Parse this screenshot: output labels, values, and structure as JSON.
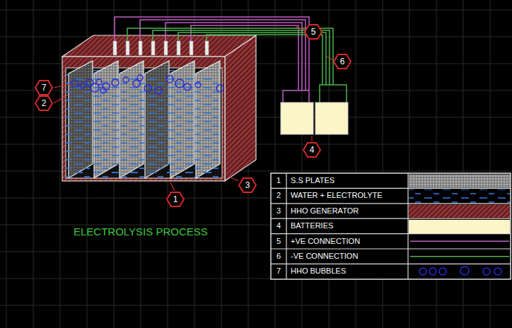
{
  "diagram": {
    "title": "ELECTROLYSIS PROCESS",
    "nodes": [
      {
        "text": [
          "5"
        ]
      },
      {
        "text": [
          "6"
        ]
      },
      {
        "text": [
          "7"
        ]
      },
      {
        "text": [
          "2"
        ]
      },
      {
        "text": [
          "4"
        ]
      },
      {
        "text": [
          "3"
        ]
      },
      {
        "text": [
          "1"
        ]
      }
    ],
    "labels": [
      "1",
      "2",
      "3",
      "4",
      "5",
      "6",
      "7"
    ],
    "legend": [
      {
        "text": "S.S PLATES"
      },
      {
        "text": "WATER + ELECTROLYTE"
      },
      {
        "text": "HHO GENERATOR"
      },
      {
        "text": "BATTERIES",
        "color": "#fbf5c8"
      },
      {
        "text": "+VE CONNECTION"
      },
      {
        "text": "-VE CONNECTION"
      },
      {
        "text": "HHO BUBBLES"
      }
    ]
  }
}
